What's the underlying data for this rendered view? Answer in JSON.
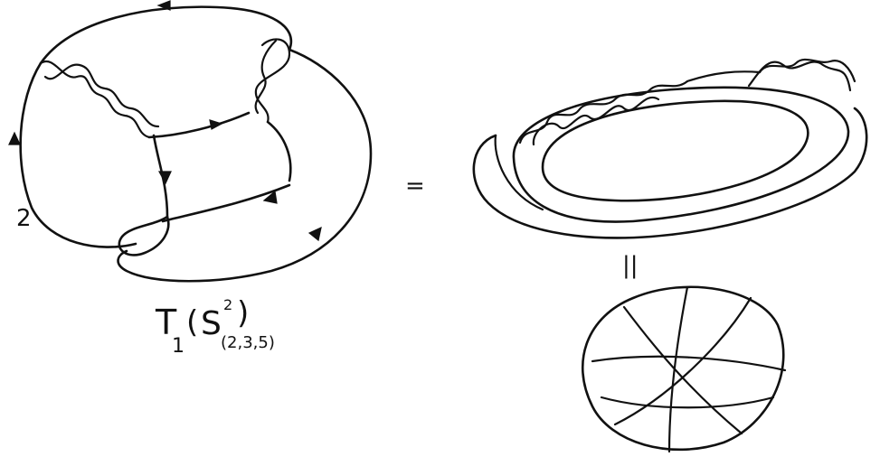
{
  "labels": {
    "framing": "2",
    "equals": "=",
    "equivalent": "||",
    "space_T": "T",
    "space_T_sub": "1",
    "space_paren_open": "(",
    "space_S": "S",
    "space_S_sup": "2",
    "space_S_sub": "(2,3,5)",
    "space_paren_close": ")"
  }
}
